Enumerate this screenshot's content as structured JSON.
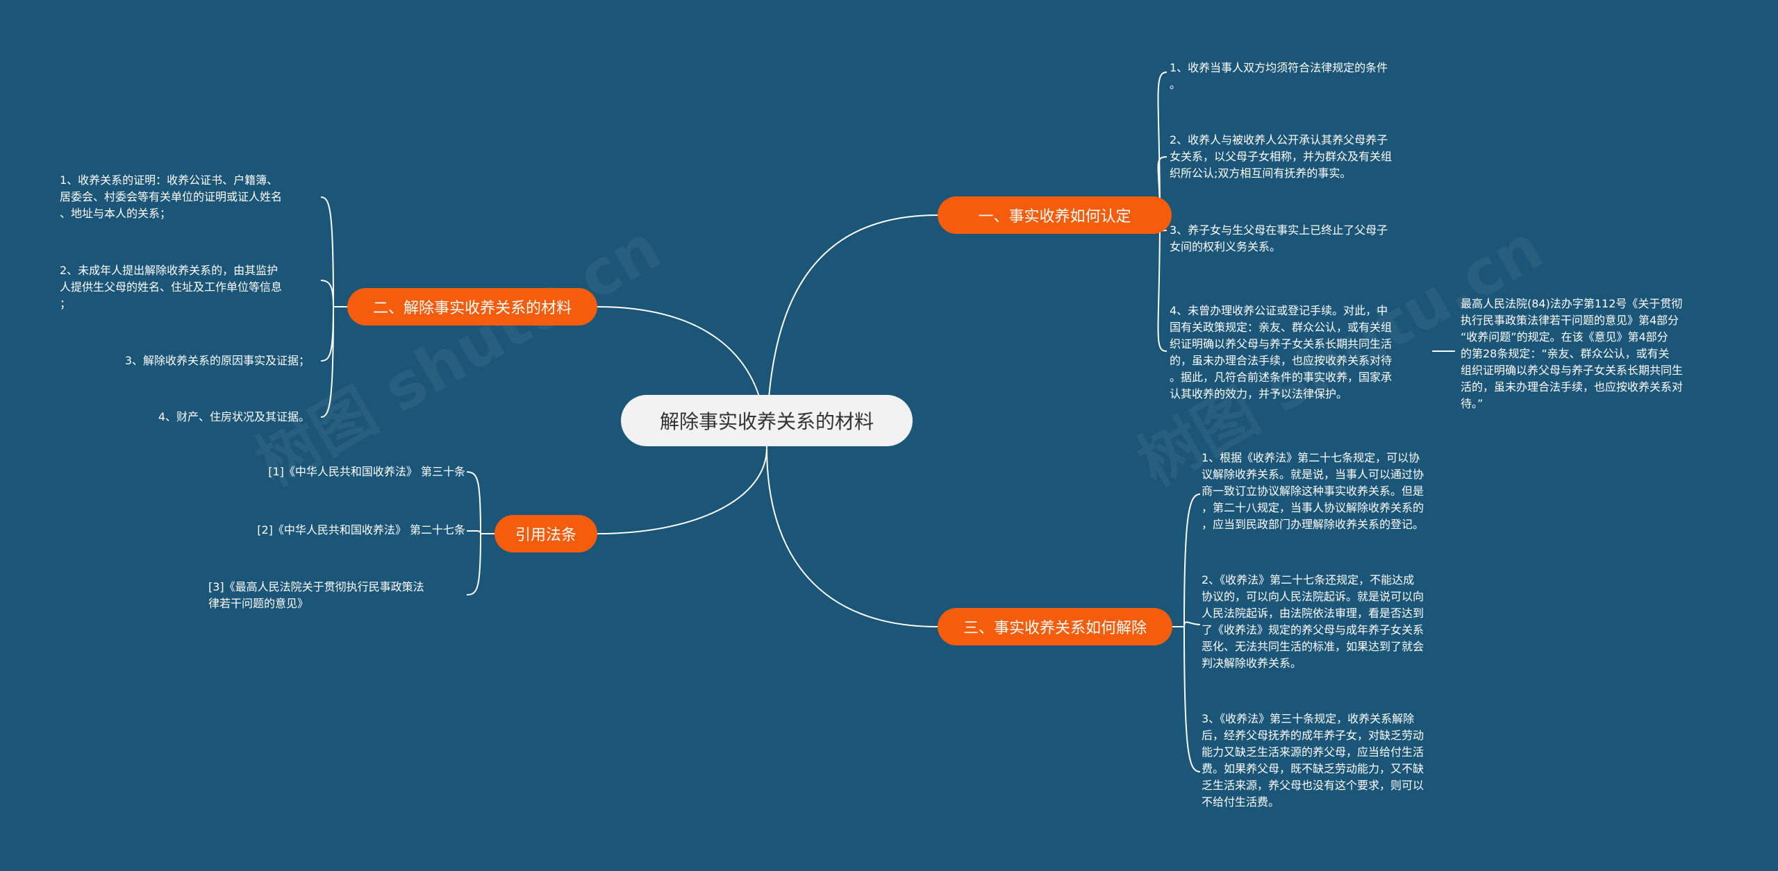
{
  "watermark": "树图 shutu.cn",
  "center": {
    "label": "解除事实收养关系的材料"
  },
  "branches": {
    "recognize": {
      "label": "一、事实收养如何认定",
      "items": [
        "1、收养当事人双方均须符合法律规定的条件\n。",
        "2、收养人与被收养人公开承认其养父母养子\n女关系，以父母子女相称，并为群众及有关组\n织所公认;双方相互间有抚养的事实。",
        "3、养子女与生父母在事实上已终止了父母子\n女间的权利义务关系。",
        "4、未曾办理收养公证或登记手续。对此，中\n国有关政策规定：亲友、群众公认，或有关组\n织证明确以养父母与养子女关系长期共同生活\n的，虽未办理合法手续，也应按收养关系对待\n。据此，凡符合前述条件的事实收养，国家承\n认其收养的效力，并予以法律保护。"
      ],
      "sub_note": "最高人民法院(84)法办字第112号《关于贯彻\n执行民事政策法律若干问题的意见》第4部分\n“收养问题”的规定。在该《意见》第4部分\n的第28条规定：“亲友、群众公认，或有关\n组织证明确以养父母与养子女关系长期共同生\n活的，虽未办理合法手续，也应按收养关系对\n待。”"
    },
    "materials": {
      "label": "二、解除事实收养关系的材料",
      "items": [
        "1、收养关系的证明：收养公证书、户籍簿、\n居委会、村委会等有关单位的证明或证人姓名\n、地址与本人的关系；",
        "2、未成年人提出解除收养关系的，由其监护\n人提供生父母的姓名、住址及工作单位等信息\n；",
        "3、解除收养关系的原因事实及证据；",
        "4、财产、住房状况及其证据。"
      ]
    },
    "laws": {
      "label": "引用法条",
      "items": [
        "[1]《中华人民共和国收养法》 第三十条",
        "[2]《中华人民共和国收养法》 第二十七条",
        "[3]《最高人民法院关于贯彻执行民事政策法\n律若干问题的意见》"
      ]
    },
    "dissolve": {
      "label": "三、事实收养关系如何解除",
      "items": [
        "1、根据《收养法》第二十七条规定，可以协\n议解除收养关系。就是说，当事人可以通过协\n商一致订立协议解除这种事实收养关系。但是\n，第二十八规定，当事人协议解除收养关系的\n，应当到民政部门办理解除收养关系的登记。",
        "2、《收养法》第二十七条还规定，不能达成\n协议的，可以向人民法院起诉。就是说可以向\n人民法院起诉，由法院依法审理，看是否达到\n了《收养法》规定的养父母与成年养子女关系\n恶化、无法共同生活的标准，如果达到了就会\n判决解除收养关系。",
        "3、《收养法》第三十条规定，收养关系解除\n后，经养父母抚养的成年养子女，对缺乏劳动\n能力又缺乏生活来源的养父母，应当给付生活\n费。如果养父母，既不缺乏劳动能力，又不缺\n乏生活来源，养父母也没有这个要求，则可以\n不给付生活费。"
      ]
    }
  }
}
